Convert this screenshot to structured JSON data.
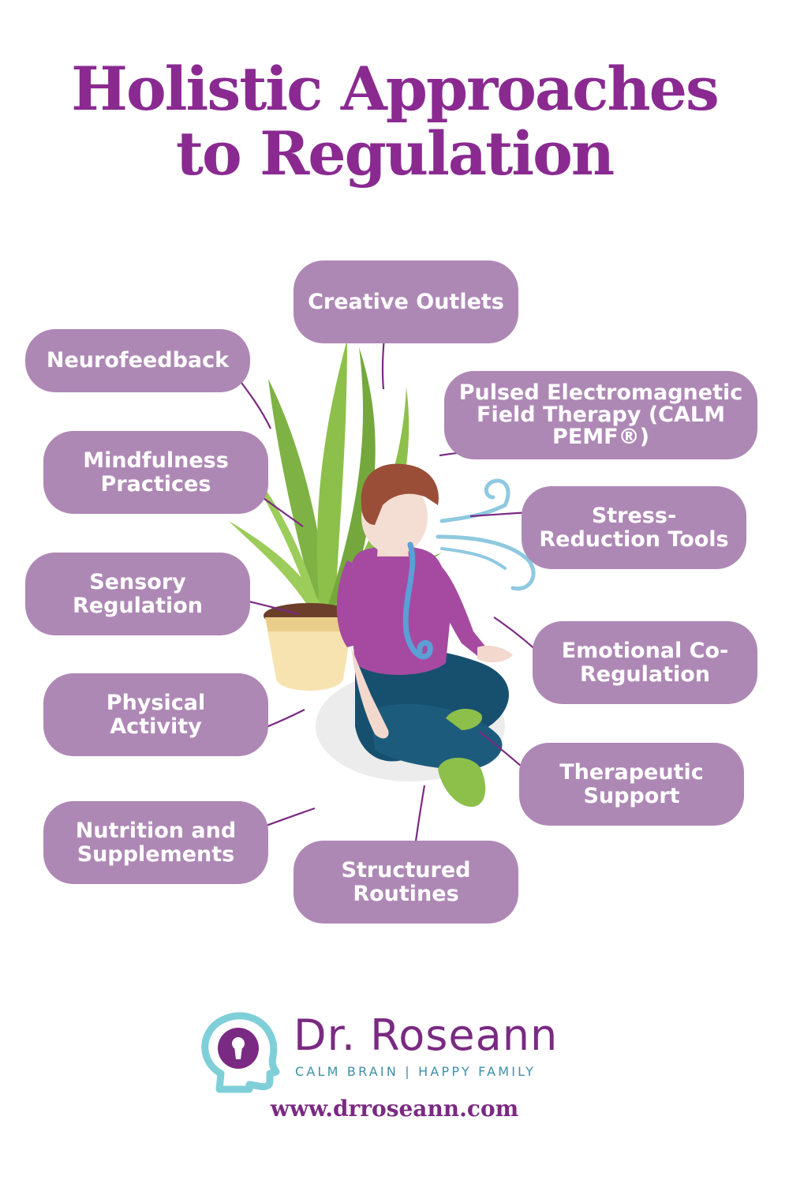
{
  "title": {
    "line1": "Holistic Approaches",
    "line2": "to Regulation"
  },
  "nodes": [
    {
      "id": "creative-outlets",
      "lines": [
        "Creative Outlets"
      ]
    },
    {
      "id": "neurofeedback",
      "lines": [
        "Neurofeedback"
      ]
    },
    {
      "id": "pemf",
      "lines": [
        "Pulsed Electromagnetic",
        "Field Therapy (CALM",
        "PEMF®)"
      ]
    },
    {
      "id": "mindfulness",
      "lines": [
        "Mindfulness",
        "Practices"
      ]
    },
    {
      "id": "stress-reduction",
      "lines": [
        "Stress-",
        "Reduction Tools"
      ]
    },
    {
      "id": "sensory-regulation",
      "lines": [
        "Sensory",
        "Regulation"
      ]
    },
    {
      "id": "emotional-co-regulation",
      "lines": [
        "Emotional Co-",
        "Regulation"
      ]
    },
    {
      "id": "physical-activity",
      "lines": [
        "Physical",
        "Activity"
      ]
    },
    {
      "id": "therapeutic-support",
      "lines": [
        "Therapeutic",
        "Support"
      ]
    },
    {
      "id": "nutrition",
      "lines": [
        "Nutrition and",
        "Supplements"
      ]
    },
    {
      "id": "structured-routines",
      "lines": [
        "Structured",
        "Routines"
      ]
    }
  ],
  "branding": {
    "name": "Dr. Roseann",
    "tagline": "CALM BRAIN | HAPPY FAMILY",
    "website": "www.drroseann.com"
  },
  "colors": {
    "title": "#8a2a91",
    "pill": "#ae88b5",
    "arrow": "#7a2a82",
    "shirt": "#a54aa0",
    "plant": "#8cc04b",
    "breath": "#8fc9e0",
    "logo_ring": "#7fcfd9"
  },
  "icons": [
    "plant-icon",
    "person-meditating-icon",
    "breath-swirl-icon",
    "head-silhouette-icon",
    "keyhole-icon",
    "arrow-icon"
  ]
}
